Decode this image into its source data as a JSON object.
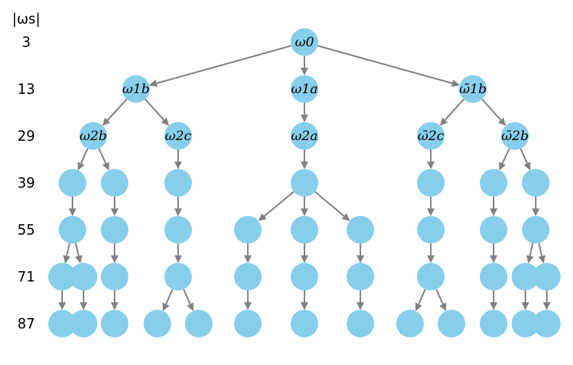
{
  "header": "|ωs|",
  "levels": [
    "3",
    "13",
    "29",
    "39",
    "55",
    "71",
    "87"
  ],
  "colors": {
    "node": "#87ceeb",
    "edge": "#808080",
    "text": "#000000"
  },
  "nodes": [
    {
      "id": "w0",
      "level": 0,
      "label": "ω0"
    },
    {
      "id": "w1b",
      "level": 1,
      "label": "ω1b"
    },
    {
      "id": "w1a",
      "level": 1,
      "label": "ω1a"
    },
    {
      "id": "wb1b",
      "level": 1,
      "label": "ω̄1b"
    },
    {
      "id": "w2b",
      "level": 2,
      "label": "ω2b"
    },
    {
      "id": "w2c",
      "level": 2,
      "label": "ω2c"
    },
    {
      "id": "w2a",
      "level": 2,
      "label": "ω2a"
    },
    {
      "id": "wb2c",
      "level": 2,
      "label": "ω̄2c"
    },
    {
      "id": "wb2b",
      "level": 2,
      "label": "ω̄2b"
    },
    {
      "id": "a1",
      "level": 3,
      "label": ""
    },
    {
      "id": "a2",
      "level": 3,
      "label": ""
    },
    {
      "id": "a3",
      "level": 3,
      "label": ""
    },
    {
      "id": "a4",
      "level": 3,
      "label": ""
    },
    {
      "id": "a5",
      "level": 3,
      "label": ""
    },
    {
      "id": "a6",
      "level": 3,
      "label": ""
    },
    {
      "id": "a7",
      "level": 3,
      "label": ""
    },
    {
      "id": "b1",
      "level": 4,
      "label": ""
    },
    {
      "id": "b2",
      "level": 4,
      "label": ""
    },
    {
      "id": "b3",
      "level": 4,
      "label": ""
    },
    {
      "id": "b4",
      "level": 4,
      "label": ""
    },
    {
      "id": "b5",
      "level": 4,
      "label": ""
    },
    {
      "id": "b6",
      "level": 4,
      "label": ""
    },
    {
      "id": "b7",
      "level": 4,
      "label": ""
    },
    {
      "id": "b8",
      "level": 4,
      "label": ""
    },
    {
      "id": "b9",
      "level": 4,
      "label": ""
    },
    {
      "id": "c1",
      "level": 5,
      "label": ""
    },
    {
      "id": "c2",
      "level": 5,
      "label": ""
    },
    {
      "id": "c3",
      "level": 5,
      "label": ""
    },
    {
      "id": "c4",
      "level": 5,
      "label": ""
    },
    {
      "id": "c5",
      "level": 5,
      "label": ""
    },
    {
      "id": "c6",
      "level": 5,
      "label": ""
    },
    {
      "id": "c7",
      "level": 5,
      "label": ""
    },
    {
      "id": "c8",
      "level": 5,
      "label": ""
    },
    {
      "id": "c9",
      "level": 5,
      "label": ""
    },
    {
      "id": "c10",
      "level": 5,
      "label": ""
    },
    {
      "id": "c11",
      "level": 5,
      "label": ""
    },
    {
      "id": "c12",
      "level": 5,
      "label": ""
    },
    {
      "id": "d1",
      "level": 6,
      "label": ""
    },
    {
      "id": "d2",
      "level": 6,
      "label": ""
    },
    {
      "id": "d3",
      "level": 6,
      "label": ""
    },
    {
      "id": "d4",
      "level": 6,
      "label": ""
    },
    {
      "id": "d5",
      "level": 6,
      "label": ""
    },
    {
      "id": "d6",
      "level": 6,
      "label": ""
    },
    {
      "id": "d7",
      "level": 6,
      "label": ""
    },
    {
      "id": "d8",
      "level": 6,
      "label": ""
    },
    {
      "id": "d9",
      "level": 6,
      "label": ""
    },
    {
      "id": "d10",
      "level": 6,
      "label": ""
    },
    {
      "id": "d11",
      "level": 6,
      "label": ""
    },
    {
      "id": "d12",
      "level": 6,
      "label": ""
    },
    {
      "id": "d13",
      "level": 6,
      "label": ""
    },
    {
      "id": "d14",
      "level": 6,
      "label": ""
    }
  ],
  "edges": [
    [
      "w0",
      "w1b"
    ],
    [
      "w0",
      "w1a"
    ],
    [
      "w0",
      "wb1b"
    ],
    [
      "w1b",
      "w2b"
    ],
    [
      "w1b",
      "w2c"
    ],
    [
      "w1a",
      "w2a"
    ],
    [
      "wb1b",
      "wb2c"
    ],
    [
      "wb1b",
      "wb2b"
    ],
    [
      "w2b",
      "a1"
    ],
    [
      "w2b",
      "a2"
    ],
    [
      "w2c",
      "a3"
    ],
    [
      "w2a",
      "a4"
    ],
    [
      "wb2c",
      "a5"
    ],
    [
      "wb2b",
      "a6"
    ],
    [
      "wb2b",
      "a7"
    ],
    [
      "a1",
      "b1"
    ],
    [
      "a2",
      "b2"
    ],
    [
      "a3",
      "b3"
    ],
    [
      "a4",
      "b4"
    ],
    [
      "a4",
      "b5"
    ],
    [
      "a4",
      "b6"
    ],
    [
      "a5",
      "b7"
    ],
    [
      "a6",
      "b8"
    ],
    [
      "a7",
      "b9"
    ],
    [
      "b1",
      "c1"
    ],
    [
      "b1",
      "c2"
    ],
    [
      "b2",
      "c3"
    ],
    [
      "b3",
      "c4"
    ],
    [
      "b4",
      "c5"
    ],
    [
      "b5",
      "c6"
    ],
    [
      "b6",
      "c7"
    ],
    [
      "b7",
      "c8"
    ],
    [
      "b8",
      "c9"
    ],
    [
      "b9",
      "c10"
    ],
    [
      "b9",
      "c11"
    ],
    [
      "c1",
      "d1"
    ],
    [
      "c2",
      "d2"
    ],
    [
      "c3",
      "d3"
    ],
    [
      "c4",
      "d4"
    ],
    [
      "c4",
      "d5"
    ],
    [
      "c5",
      "d6"
    ],
    [
      "c6",
      "d7"
    ],
    [
      "c7",
      "d8"
    ],
    [
      "c8",
      "d9"
    ],
    [
      "c8",
      "d10"
    ],
    [
      "c9",
      "d11"
    ],
    [
      "c10",
      "d12"
    ],
    [
      "c11",
      "d13"
    ]
  ]
}
